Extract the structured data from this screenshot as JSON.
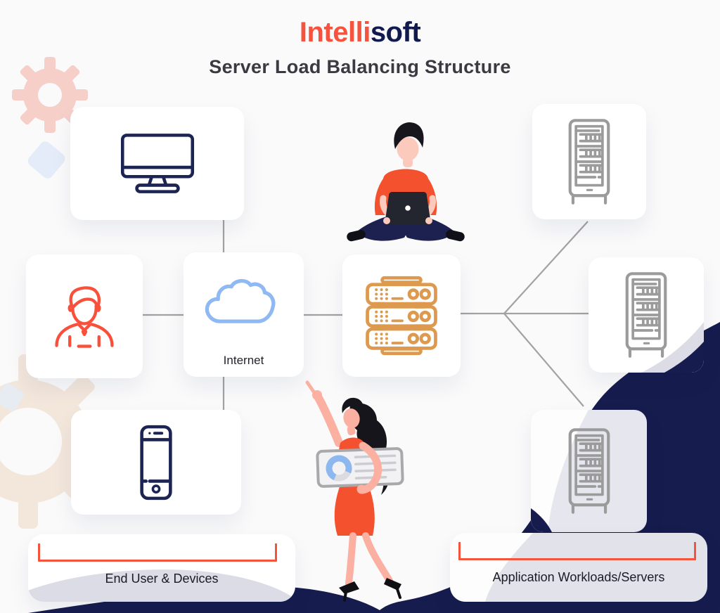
{
  "header": {
    "logo": {
      "part1": "Intelli",
      "part2": "soft"
    },
    "subtitle": "Server Load Balancing Structure"
  },
  "nodes": {
    "end_user_monitor": {
      "icon": "desktop-monitor-icon"
    },
    "end_user_person": {
      "icon": "person-icon"
    },
    "end_user_phone": {
      "icon": "smartphone-icon"
    },
    "internet": {
      "label": "Internet",
      "icon": "cloud-icon"
    },
    "load_balancer": {
      "icon": "server-stack-icon"
    },
    "app_server_top": {
      "icon": "server-rack-icon"
    },
    "app_server_middle": {
      "icon": "server-rack-icon"
    },
    "app_server_bottom": {
      "icon": "server-rack-icon"
    }
  },
  "groups": {
    "left_label": "End User & Devices",
    "right_label": "Application Workloads/Servers"
  },
  "illustrations": {
    "sitting_person": "man-sitting-with-laptop",
    "standing_person": "woman-pointing-with-chart-board"
  },
  "colors": {
    "accent_orange": "#F4543C",
    "brand_navy": "#111A4E",
    "wave_navy": "#161C4E",
    "wave_lavender": "#DCDCE6",
    "amber_server": "#DD9A4E",
    "cloud_blue": "#8FB9F3",
    "icon_gray": "#9B9B9B",
    "background": "#FAFAFB"
  }
}
